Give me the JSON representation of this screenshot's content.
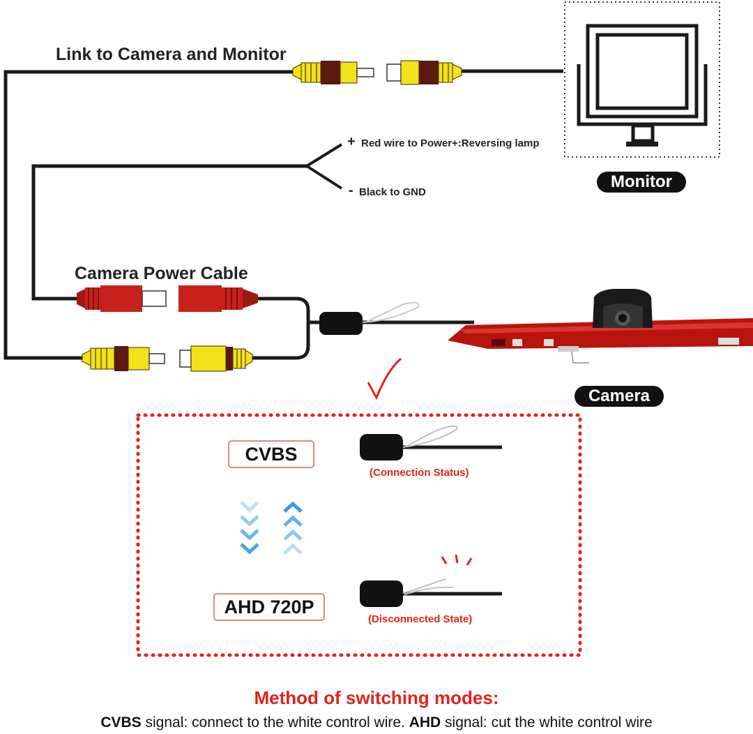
{
  "labels": {
    "link_to_camera_monitor": "Link to Camera and Monitor",
    "red_wire": "Red wire to Power+:Reversing lamp",
    "black_wire": "Black to GND",
    "plus_sign": "+",
    "minus_sign": "-",
    "camera_power_cable": "Camera Power Cable",
    "monitor": "Monitor",
    "camera": "Camera"
  },
  "modes": {
    "cvbs": "CVBS",
    "cvbs_status": "(Connection Status)",
    "ahd": "AHD 720P",
    "ahd_status": "(Disconnected State)"
  },
  "method": {
    "title": "Method of switching modes:",
    "cvbs_bold": "CVBS",
    "cvbs_text": " signal: connect to the white control wire. ",
    "ahd_bold": "AHD",
    "ahd_text": " signal: cut the white control wire"
  },
  "colors": {
    "rca_yellow": "#f2e21a",
    "rca_brown": "#5a1a10",
    "power_red": "#c8201a",
    "accent_red": "#e0231c",
    "arrow_down_blue": "#4aa3e0",
    "arrow_up_blue": "#3a9ae6"
  }
}
